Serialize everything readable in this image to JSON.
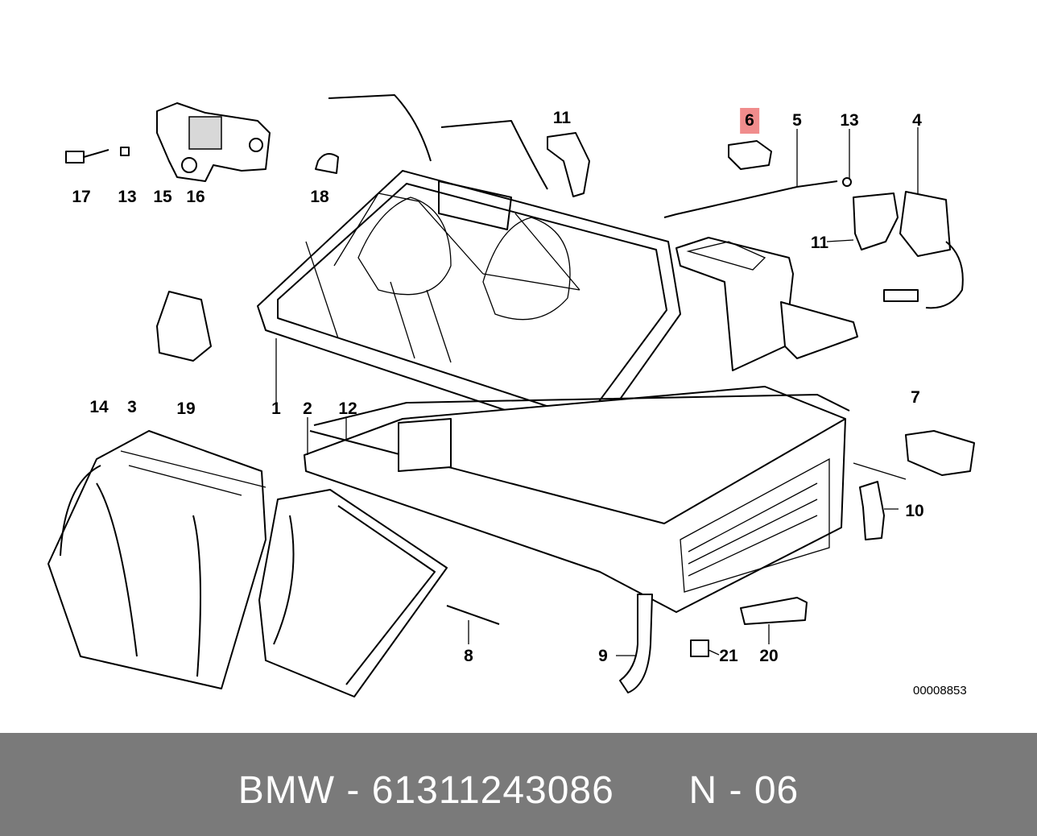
{
  "diagram": {
    "reference_number": "00008853",
    "callouts": [
      "1",
      "2",
      "3",
      "4",
      "5",
      "6",
      "7",
      "8",
      "9",
      "10",
      "11",
      "11",
      "12",
      "13",
      "13",
      "14",
      "15",
      "16",
      "17",
      "18",
      "19",
      "20",
      "21"
    ],
    "highlighted_callout": "6"
  },
  "footer": {
    "brand": "BMW",
    "separator": "-",
    "part_number": "61311243086",
    "code": "N - 06",
    "background_color": "#7a7a7a",
    "text_color": "#ffffff"
  },
  "colors": {
    "highlight": "#f08c8c",
    "line": "#000000",
    "background": "#ffffff"
  }
}
